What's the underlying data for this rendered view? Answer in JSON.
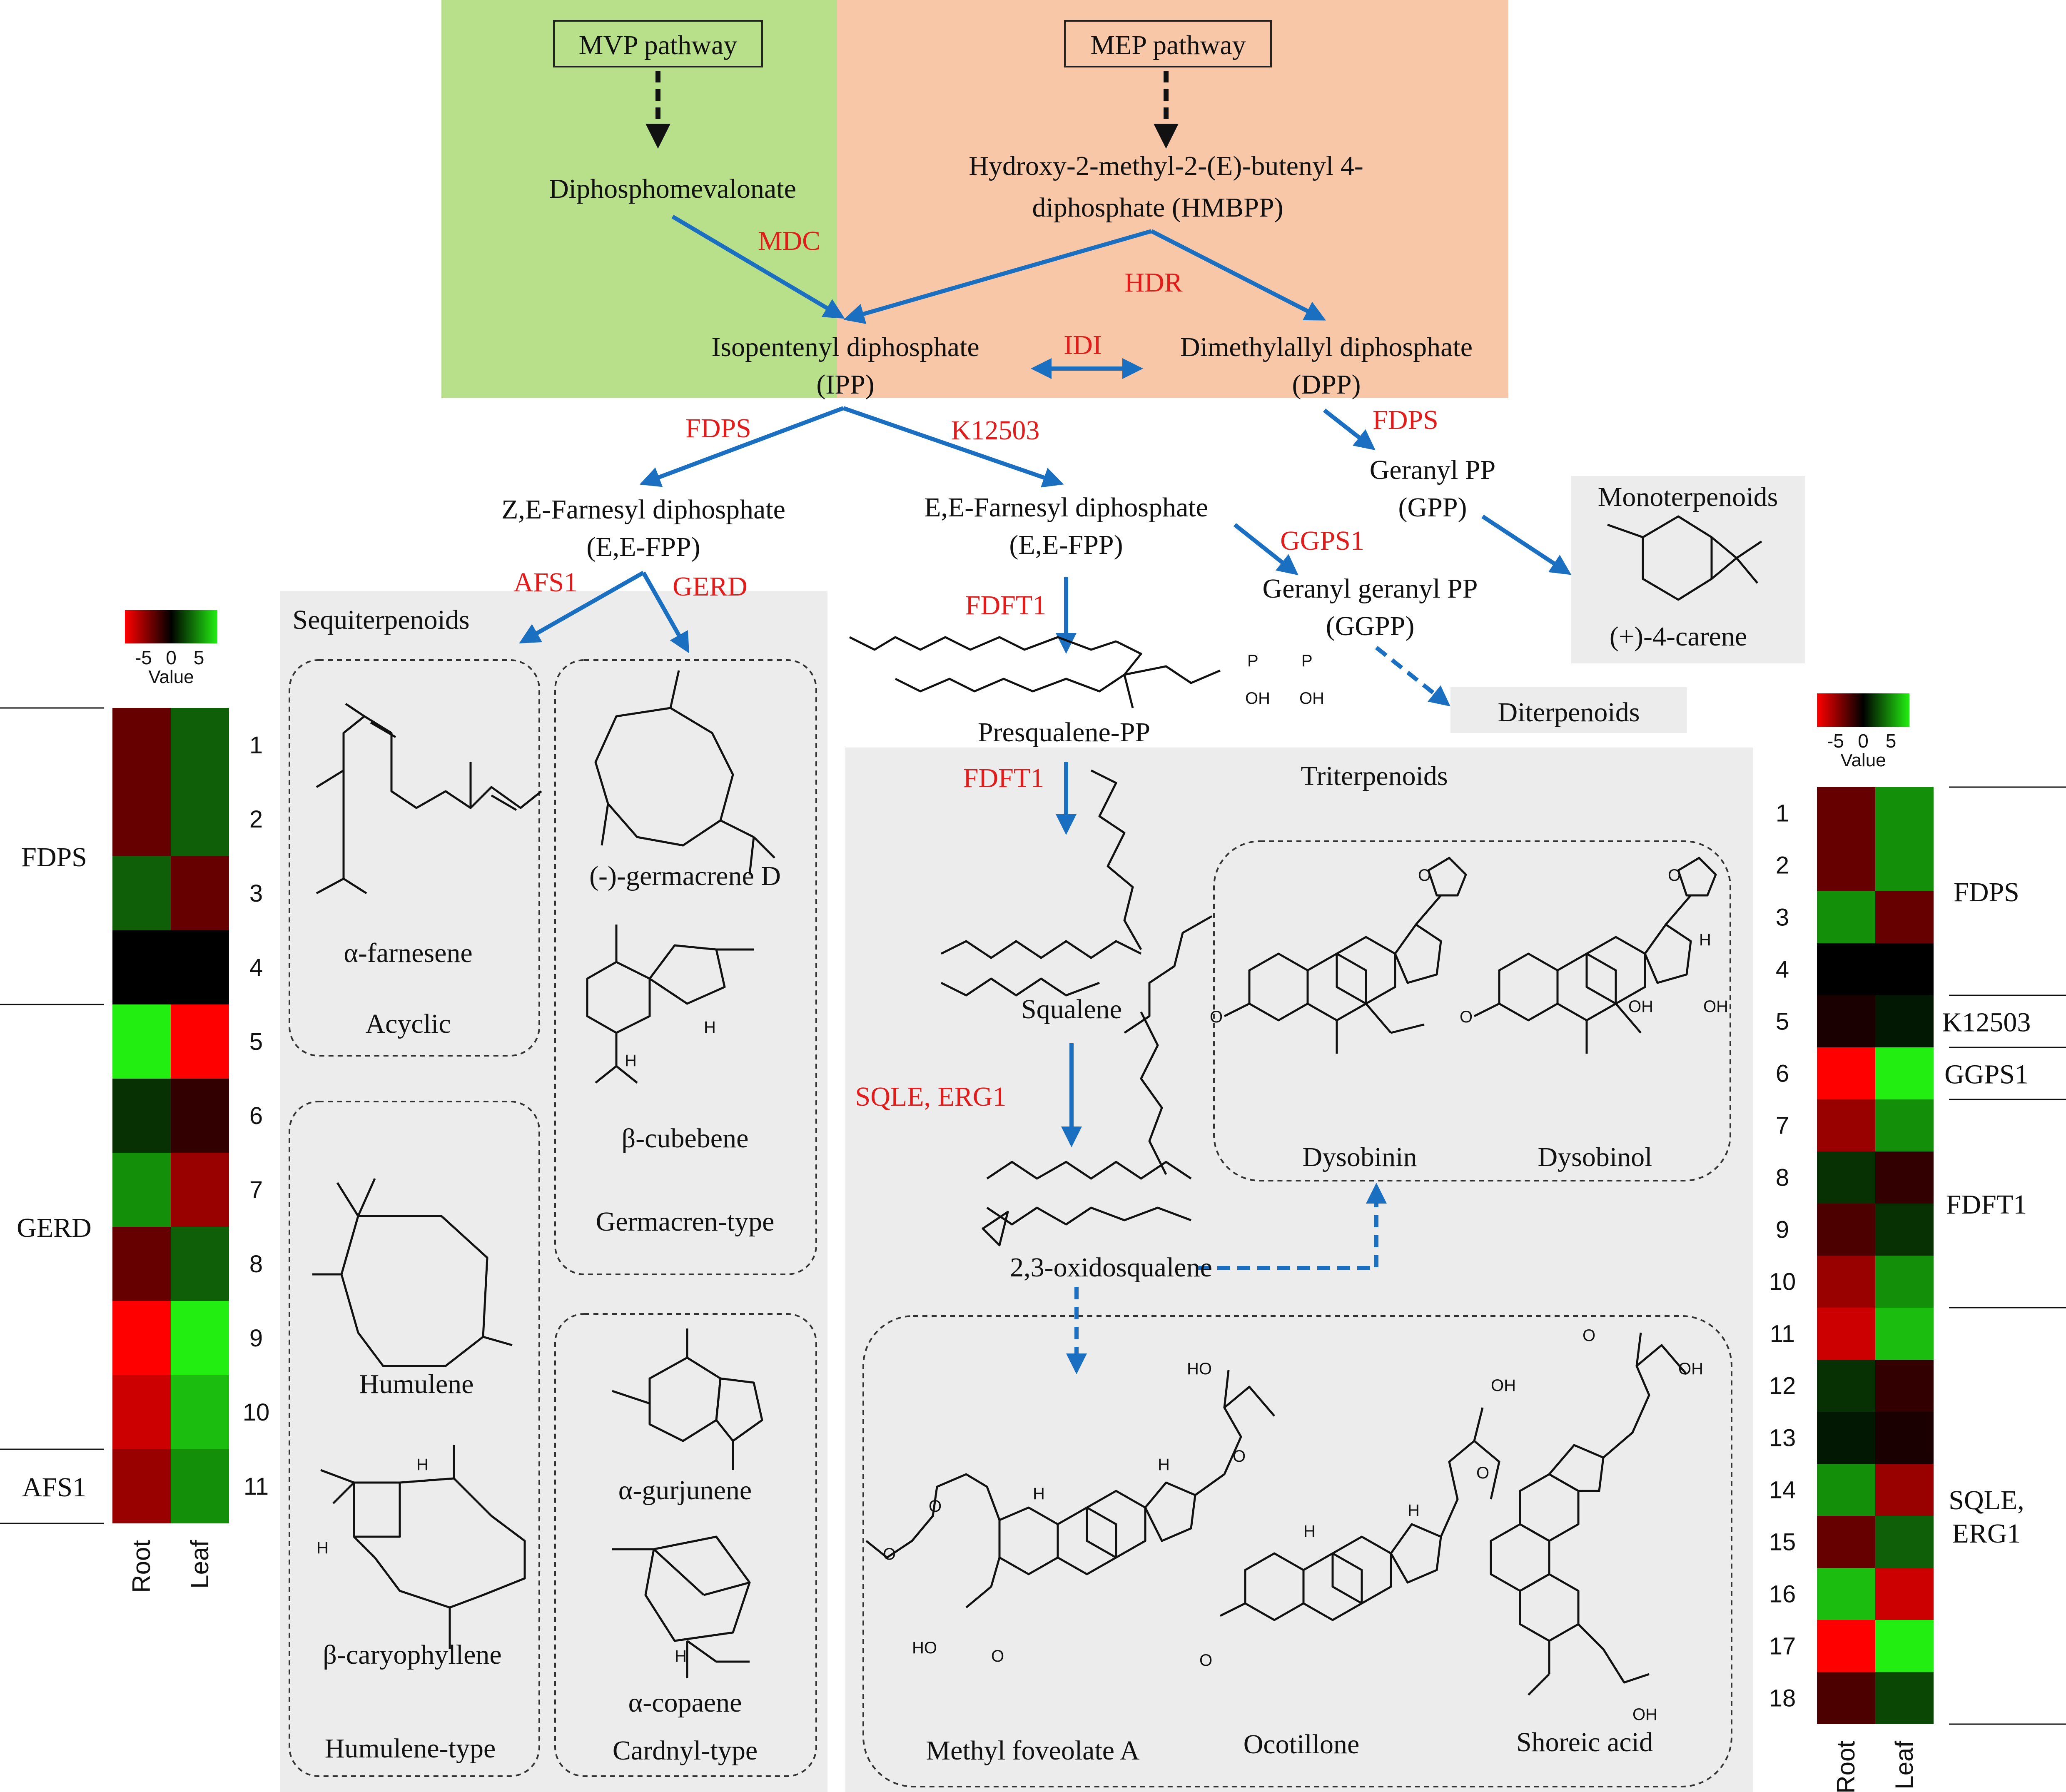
{
  "pathway": {
    "mvp_label": "MVP pathway",
    "mep_label": "MEP pathway",
    "diphosphomevalonate": "Diphosphomevalonate",
    "hmbpp_line1": "Hydroxy-2-methyl-2-(E)-butenyl 4-",
    "hmbpp_line2": "diphosphate (HMBPP)",
    "ipp_line1": "Isopentenyl diphosphate",
    "ipp_line2": "(IPP)",
    "dpp_line1": "Dimethylallyl diphosphate",
    "dpp_line2": "(DPP)",
    "ze_fpp_line1": "Z,E-Farnesyl diphosphate",
    "ze_fpp_line2": "(E,E-FPP)",
    "ee_fpp_line1": "E,E-Farnesyl diphosphate",
    "ee_fpp_line2": "(E,E-FPP)",
    "gpp_line1": "Geranyl PP",
    "gpp_line2": "(GPP)",
    "ggpp_line1": "Geranyl geranyl PP",
    "ggpp_line2": "(GGPP)",
    "presqualene": "Presqualene-PP",
    "squalene": "Squalene",
    "oxidosqualene": "2,3-oxidosqualene",
    "diterpenoids": "Diterpenoids"
  },
  "enzymes": {
    "mdc": "MDC",
    "hdr": "HDR",
    "idi": "IDI",
    "fdps_a": "FDPS",
    "k12503": "K12503",
    "fdps_b": "FDPS",
    "afs1": "AFS1",
    "gerd": "GERD",
    "fdft1_a": "FDFT1",
    "ggps1": "GGPS1",
    "fdft1_b": "FDFT1",
    "sqle_erg1": "SQLE, ERG1"
  },
  "sesquiterpenoids": {
    "title": "Sequiterpenoids",
    "alpha_farnesene": "α-farnesene",
    "acyclic": "Acyclic",
    "germacrene_d": "(-)-germacrene D",
    "beta_cubebene": "β-cubebene",
    "germacren_type": "Germacren-type",
    "humulene": "Humulene",
    "beta_caryophyllene": "β-caryophyllene",
    "humulene_type": "Humulene-type",
    "alpha_gurjunene": "α-gurjunene",
    "alpha_copaene": "α-copaene",
    "cardnyl_type": "Cardnyl-type"
  },
  "monoterpenoids": {
    "title": "Monoterpenoids",
    "carene": "(+)-4-carene"
  },
  "triterpenoids": {
    "title": "Triterpenoids",
    "dysobinin": "Dysobinin",
    "dysobinol": "Dysobinol",
    "methyl_foveolate": "Methyl foveolate A",
    "ocotillone": "Ocotillone",
    "shoreic_acid": "Shoreic acid"
  },
  "chem_atoms": {
    "o": "O",
    "oh": "OH",
    "h": "H",
    "ho": "HO",
    "p": "P"
  },
  "chart_data": [
    {
      "type": "heatmap",
      "legend_ticks": [
        "-5",
        "0",
        "5"
      ],
      "legend_label": "Value",
      "columns": [
        "Root",
        "Leaf"
      ],
      "rows": [
        "1",
        "2",
        "3",
        "4",
        "5",
        "6",
        "7",
        "8",
        "9",
        "10",
        "11"
      ],
      "groups": [
        {
          "name": "FDPS",
          "rows": [
            "1",
            "2",
            "3",
            "4"
          ]
        },
        {
          "name": "GERD",
          "rows": [
            "5",
            "6",
            "7",
            "8",
            "9",
            "10"
          ]
        },
        {
          "name": "AFS1",
          "rows": [
            "11"
          ]
        }
      ],
      "values": [
        [
          -2,
          2
        ],
        [
          -2,
          2
        ],
        [
          2,
          -2
        ],
        [
          0,
          0
        ],
        [
          5,
          -5
        ],
        [
          1,
          -1
        ],
        [
          3,
          -3
        ],
        [
          -2,
          2
        ],
        [
          -5,
          5
        ],
        [
          -4,
          4
        ],
        [
          -3,
          3
        ]
      ],
      "value_range": [
        -5,
        5
      ],
      "colors": {
        "low": "#ff0000",
        "mid": "#000000",
        "high": "#22ee11"
      }
    },
    {
      "type": "heatmap",
      "legend_ticks": [
        "-5",
        "0",
        "5"
      ],
      "legend_label": "Value",
      "columns": [
        "Root",
        "Leaf"
      ],
      "rows": [
        "1",
        "2",
        "3",
        "4",
        "5",
        "6",
        "7",
        "8",
        "9",
        "10",
        "11",
        "12",
        "13",
        "14",
        "15",
        "16",
        "17",
        "18"
      ],
      "groups": [
        {
          "name": "FDPS",
          "rows": [
            "1",
            "2",
            "3",
            "4"
          ]
        },
        {
          "name": "K12503",
          "rows": [
            "5"
          ]
        },
        {
          "name": "GGPS1",
          "rows": [
            "6"
          ]
        },
        {
          "name": "FDFT1",
          "rows": [
            "7",
            "8",
            "9",
            "10"
          ]
        },
        {
          "name": "SQLE, ERG1",
          "rows": [
            "11",
            "12",
            "13",
            "14",
            "15",
            "16",
            "17",
            "18"
          ]
        }
      ],
      "values": [
        [
          -2,
          3
        ],
        [
          -2,
          3
        ],
        [
          3,
          -2
        ],
        [
          0,
          0
        ],
        [
          -0.5,
          0.5
        ],
        [
          -5,
          5
        ],
        [
          -3,
          3
        ],
        [
          1,
          -1
        ],
        [
          -1.5,
          1
        ],
        [
          -3,
          3
        ],
        [
          -4,
          4
        ],
        [
          1,
          -1
        ],
        [
          0.5,
          -0.5
        ],
        [
          3,
          -3
        ],
        [
          -2,
          2
        ],
        [
          4,
          -4
        ],
        [
          -5,
          5
        ],
        [
          -1.5,
          1.5
        ]
      ],
      "value_range": [
        -5,
        5
      ],
      "colors": {
        "low": "#ff0000",
        "mid": "#000000",
        "high": "#22ee11"
      }
    }
  ]
}
